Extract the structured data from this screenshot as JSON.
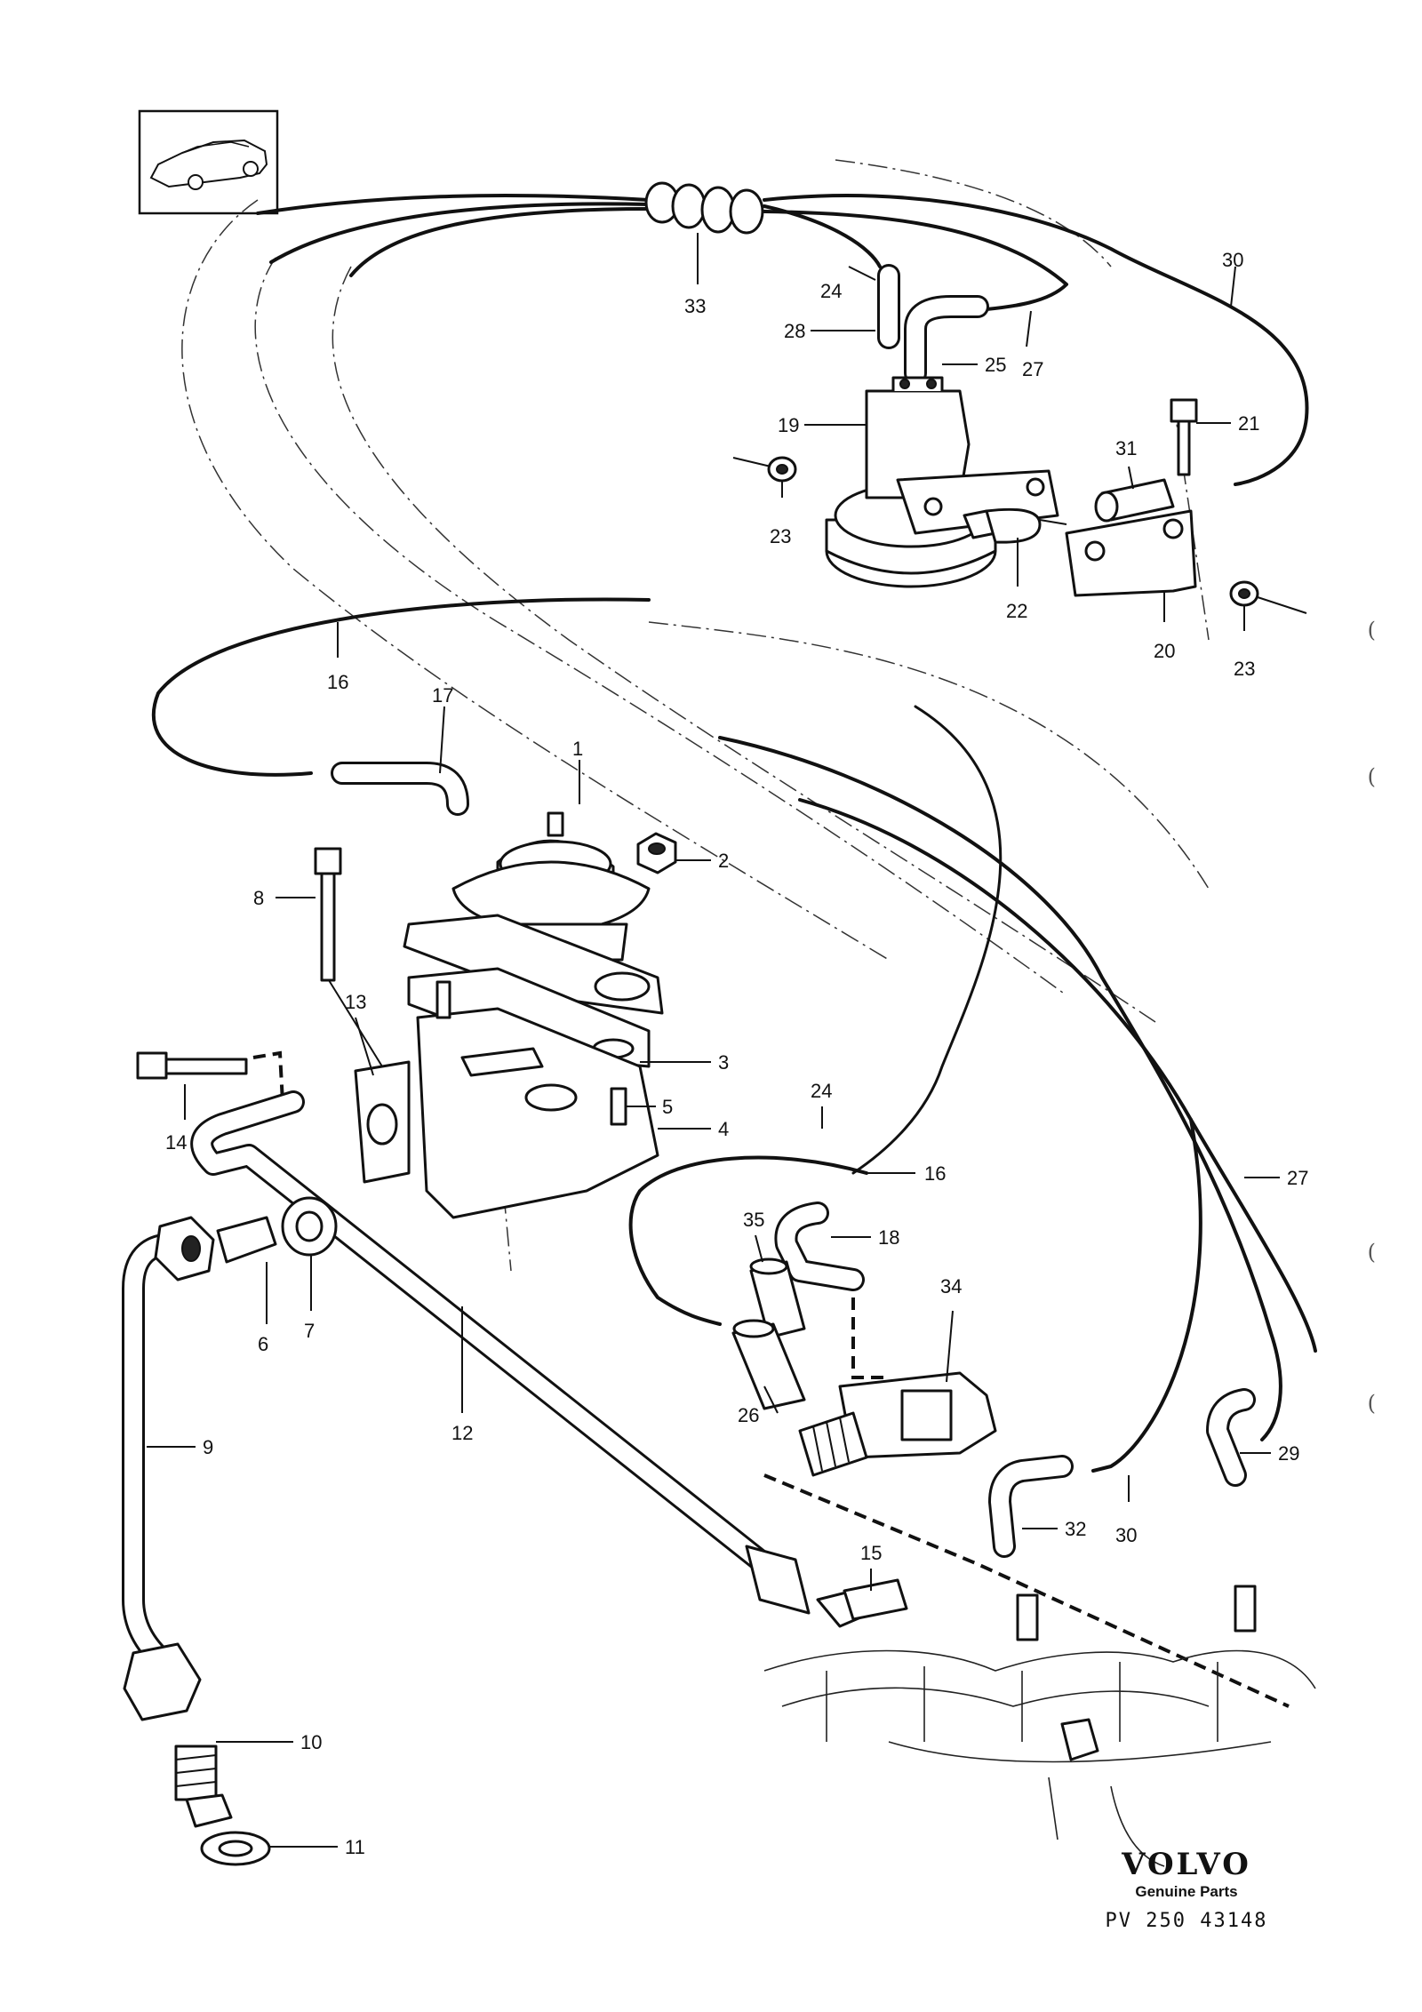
{
  "diagram": {
    "part_labels": {
      "p1": "1",
      "p2": "2",
      "p3": "3",
      "p4": "4",
      "p5": "5",
      "p6": "6",
      "p7": "7",
      "p8": "8",
      "p9": "9",
      "p10": "10",
      "p11": "11",
      "p12": "12",
      "p13": "13",
      "p14": "14",
      "p15": "15",
      "p16a": "16",
      "p16b": "16",
      "p17": "17",
      "p18": "18",
      "p19": "19",
      "p20": "20",
      "p21": "21",
      "p22": "22",
      "p23a": "23",
      "p23b": "23",
      "p24a": "24",
      "p24b": "24",
      "p25": "25",
      "p26": "26",
      "p27a": "27",
      "p27b": "27",
      "p28": "28",
      "p29": "29",
      "p30a": "30",
      "p30b": "30",
      "p31": "31",
      "p32": "32",
      "p33": "33",
      "p34": "34",
      "p35": "35"
    }
  },
  "brand": {
    "logo_text": "VOLVO",
    "tagline": "Genuine Parts",
    "reference_code": "PV 250 43148"
  },
  "icons": {
    "car_thumbnail": "car-silhouette-icon"
  },
  "colors": {
    "ink": "#111111",
    "paper": "#ffffff"
  }
}
